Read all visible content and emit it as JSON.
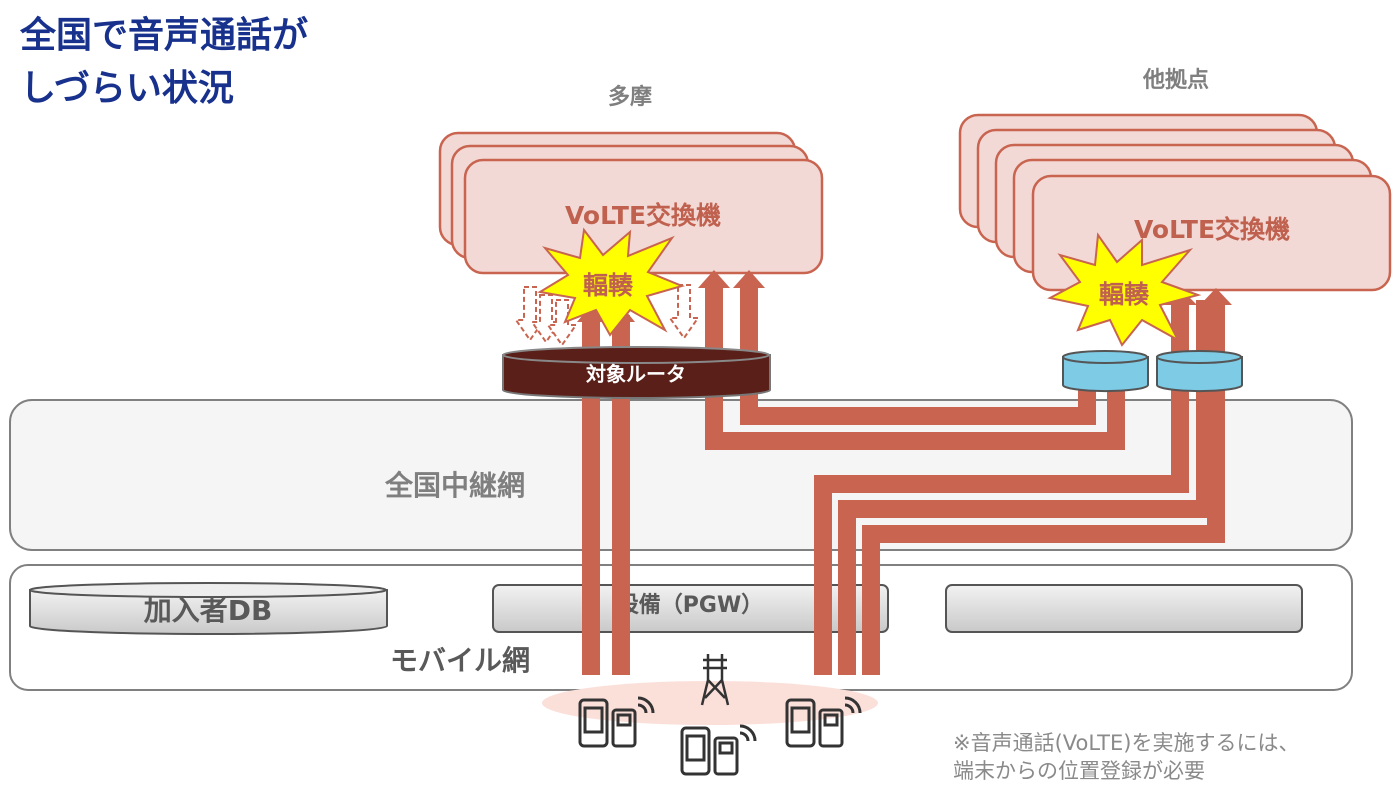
{
  "title": {
    "line1": "全国で音声通話が",
    "line2": "しづらい状況"
  },
  "sites": {
    "tama": "多摩",
    "other": "他拠点"
  },
  "exchange_label": "VoLTE交換機",
  "congestion_label": "輻輳",
  "router_label": "対象ルータ",
  "networks": {
    "national": "全国中継網",
    "mobile": "モバイル網"
  },
  "equipment": {
    "subscriber_db": "加入者DB",
    "pgw": "設備（PGW）"
  },
  "note": {
    "line1": "※音声通話(VoLTE)を実施するには、",
    "line2": "端末からの位置登録が必要"
  },
  "colors": {
    "title": "#17318c",
    "pipe": "#c8644f",
    "exchange_fill": "#f2d9d5",
    "router": "#5a1f18",
    "burst": "#ffff00",
    "cylinder_blue": "#7ecbe6"
  }
}
